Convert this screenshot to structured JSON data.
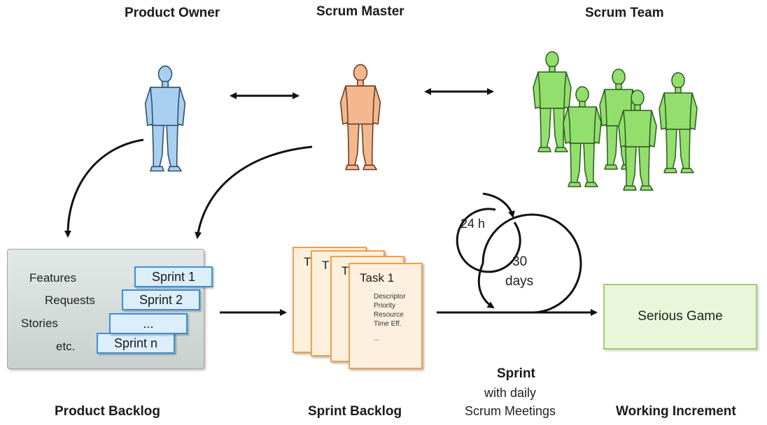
{
  "roles": {
    "product_owner": "Product Owner",
    "scrum_master": "Scrum Master",
    "scrum_team": "Scrum Team"
  },
  "product_backlog": {
    "items": [
      "Features",
      "Requests",
      "Stories",
      "etc."
    ],
    "sprints": [
      "Sprint 1",
      "Sprint 2",
      "...",
      "Sprint n"
    ],
    "caption": "Product Backlog"
  },
  "sprint_backlog": {
    "task_title": "Task 1",
    "back_card_letter": "T",
    "task_lines": [
      "Descriptor",
      "Priority",
      "Resource",
      "Time Eff.",
      "..."
    ],
    "caption": "Sprint Backlog"
  },
  "sprint_cycle": {
    "daily": "24 h",
    "sprint_value": "30",
    "sprint_unit": "days",
    "caption_title": "Sprint",
    "caption_line1": "with daily",
    "caption_line2": "Scrum Meetings"
  },
  "increment": {
    "box_label": "Serious Game",
    "caption": "Working Increment"
  },
  "colors": {
    "product_owner": "#a9cff0",
    "scrum_master": "#f4b88e",
    "scrum_team": "#92df6e",
    "sprint_card_border": "#3c8fd8",
    "task_card_border": "#f0a04b",
    "increment_border": "#9fd16b"
  }
}
